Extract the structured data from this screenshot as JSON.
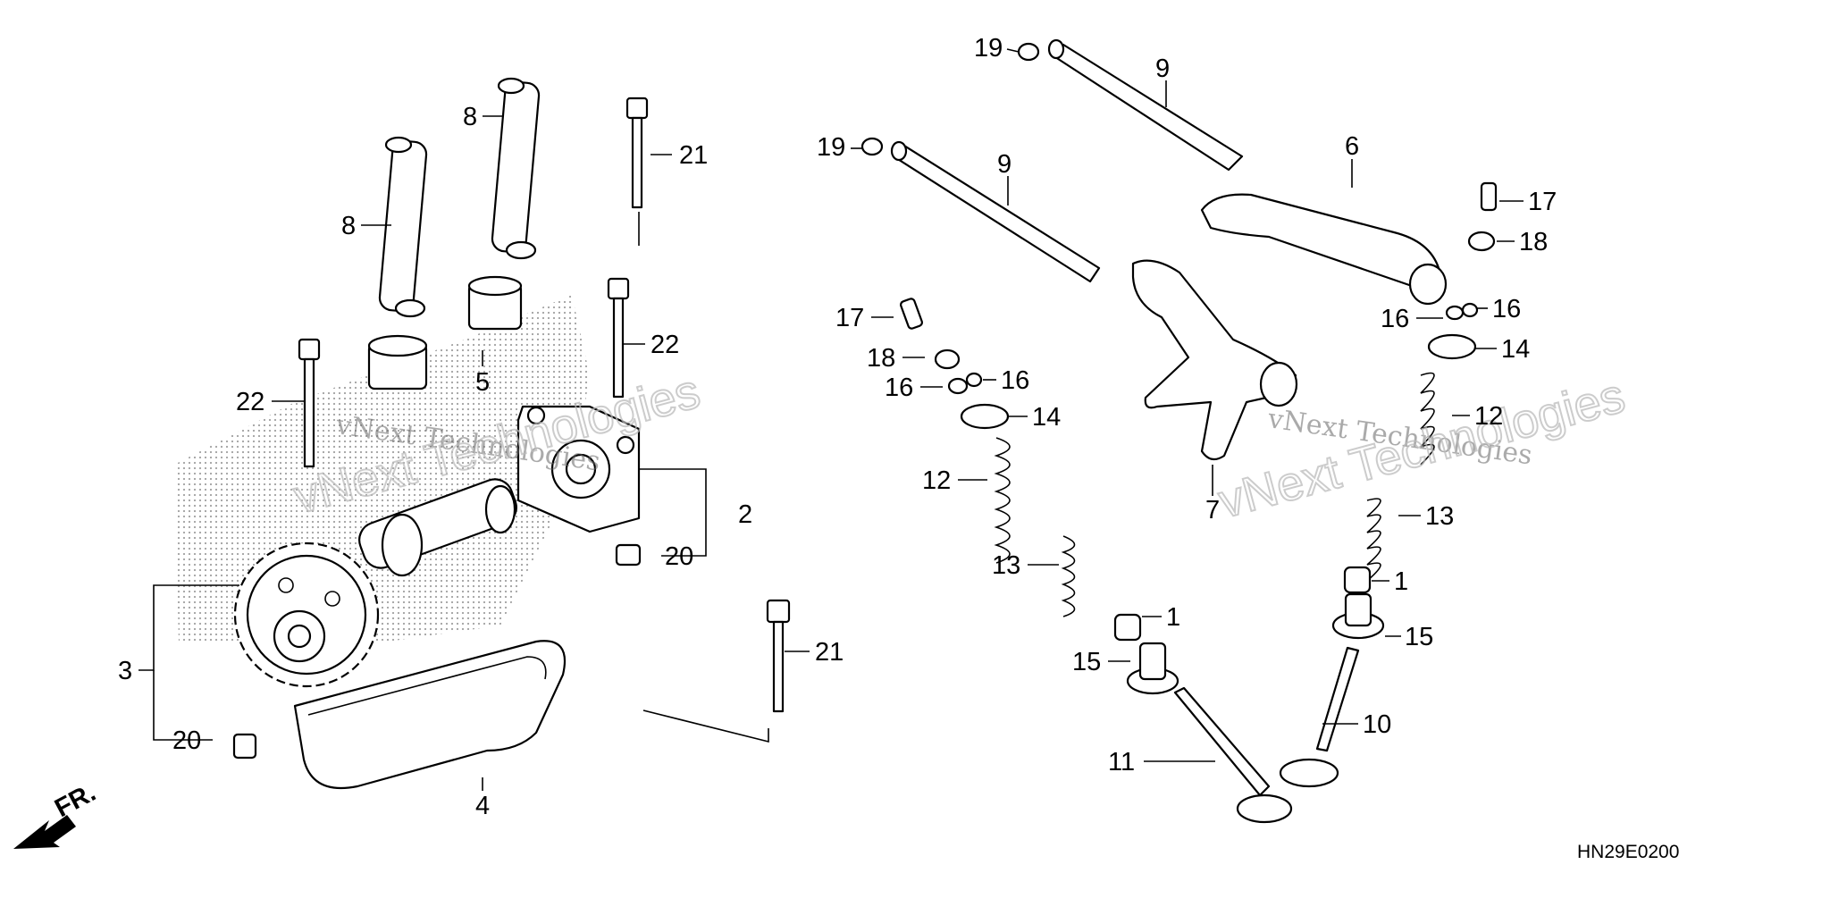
{
  "diagram": {
    "drawing_code": "HN29E0200",
    "front_marker": "FR.",
    "watermark_line1": "vNext Technologies",
    "watermark_line2": "vNext Technologies",
    "callouts": [
      {
        "id": "c19a",
        "label": "19"
      },
      {
        "id": "c9a",
        "label": "9"
      },
      {
        "id": "c19b",
        "label": "19"
      },
      {
        "id": "c9b",
        "label": "9"
      },
      {
        "id": "c8a",
        "label": "8"
      },
      {
        "id": "c8b",
        "label": "8"
      },
      {
        "id": "c21a",
        "label": "21"
      },
      {
        "id": "c5",
        "label": "5"
      },
      {
        "id": "c22a",
        "label": "22"
      },
      {
        "id": "c22b",
        "label": "22"
      },
      {
        "id": "c2",
        "label": "2"
      },
      {
        "id": "c20a",
        "label": "20"
      },
      {
        "id": "c3",
        "label": "3"
      },
      {
        "id": "c20b",
        "label": "20"
      },
      {
        "id": "c21b",
        "label": "21"
      },
      {
        "id": "c4",
        "label": "4"
      },
      {
        "id": "c17a",
        "label": "17"
      },
      {
        "id": "c18a",
        "label": "18"
      },
      {
        "id": "c16a",
        "label": "16"
      },
      {
        "id": "c16b",
        "label": "16"
      },
      {
        "id": "c14a",
        "label": "14"
      },
      {
        "id": "c12a",
        "label": "12"
      },
      {
        "id": "c13a",
        "label": "13"
      },
      {
        "id": "c1a",
        "label": "1"
      },
      {
        "id": "c15a",
        "label": "15"
      },
      {
        "id": "c11",
        "label": "11"
      },
      {
        "id": "c6",
        "label": "6"
      },
      {
        "id": "c7",
        "label": "7"
      },
      {
        "id": "c17b",
        "label": "17"
      },
      {
        "id": "c18b",
        "label": "18"
      },
      {
        "id": "c16c",
        "label": "16"
      },
      {
        "id": "c16d",
        "label": "16"
      },
      {
        "id": "c14b",
        "label": "14"
      },
      {
        "id": "c12b",
        "label": "12"
      },
      {
        "id": "c13b",
        "label": "13"
      },
      {
        "id": "c1b",
        "label": "1"
      },
      {
        "id": "c15b",
        "label": "15"
      },
      {
        "id": "c10",
        "label": "10"
      }
    ]
  }
}
